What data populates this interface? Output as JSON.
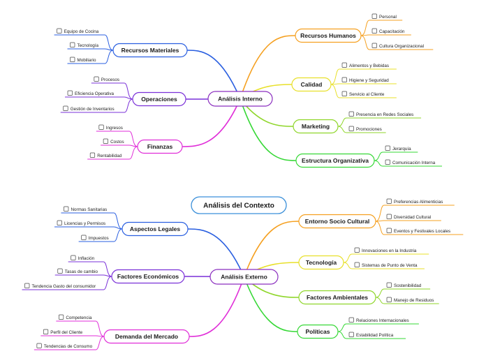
{
  "title": "Análisis del Contexto",
  "colors": {
    "title_border": "#3a8fd9",
    "center_border": "#8b2fbf"
  },
  "centers": [
    {
      "label": "Análisis Interno",
      "branches": [
        {
          "label": "Recursos Humanos",
          "color": "#f5a020",
          "leaves": [
            "Personal",
            "Capacitación",
            "Cultura Organizacional"
          ]
        },
        {
          "label": "Calidad",
          "color": "#e8e02a",
          "leaves": [
            "Alimentos y Bebidas",
            "Higiene y Seguridad",
            "Servicio al Cliente"
          ]
        },
        {
          "label": "Marketing",
          "color": "#8fd62a",
          "leaves": [
            "Presencia en Redes Sociales",
            "Promociones"
          ]
        },
        {
          "label": "Estructura Organizativa",
          "color": "#36d836",
          "leaves": [
            "Jerarquía",
            "Comunicación Interna"
          ]
        },
        {
          "label": "Recursos Materiales",
          "color": "#2a5fe0",
          "leaves": [
            "Equipo de Cocina",
            "Tecnología",
            "Mobiliario"
          ]
        },
        {
          "label": "Operaciones",
          "color": "#7a30d8",
          "leaves": [
            "Procesos",
            "Eficiencia Operativa",
            "Gestión de Inventarios"
          ]
        },
        {
          "label": "Finanzas",
          "color": "#e02ed8",
          "leaves": [
            "Ingresos",
            "Costos",
            "Rentabilidad"
          ]
        }
      ]
    },
    {
      "label": "Análisis  Externo",
      "branches": [
        {
          "label": "Entorno Socio Cultural",
          "color": "#f5a020",
          "leaves": [
            "Preferencias Alimenticias",
            "Diversidad Cultural",
            "Eventos y  Festivales Locales"
          ]
        },
        {
          "label": "Tecnología",
          "color": "#e8e02a",
          "leaves": [
            "Innovaciones en la Industria",
            "Sistemas de Punto de Venta"
          ]
        },
        {
          "label": "Factores Ambientales",
          "color": "#8fd62a",
          "leaves": [
            "Sostenibilidad",
            "Manejo de Residuos"
          ]
        },
        {
          "label": "Políticas",
          "color": "#36d836",
          "leaves": [
            "Relaciones Internacionales",
            "Estabilidad Política"
          ]
        },
        {
          "label": "Aspectos  Legales",
          "color": "#2a5fe0",
          "leaves": [
            "Normas Sanitarias",
            "Licencias y Permisos",
            "Impuestos"
          ]
        },
        {
          "label": "Factores Económicos",
          "color": "#7a30d8",
          "leaves": [
            "Inflación",
            "Tasas de cambio",
            "Tendencia Gasto del consumidor"
          ]
        },
        {
          "label": "Demanda del Mercado",
          "color": "#e02ed8",
          "leaves": [
            "Competencia",
            "Perfil del Cliente",
            "Tendencias de Consumo"
          ]
        }
      ]
    }
  ]
}
